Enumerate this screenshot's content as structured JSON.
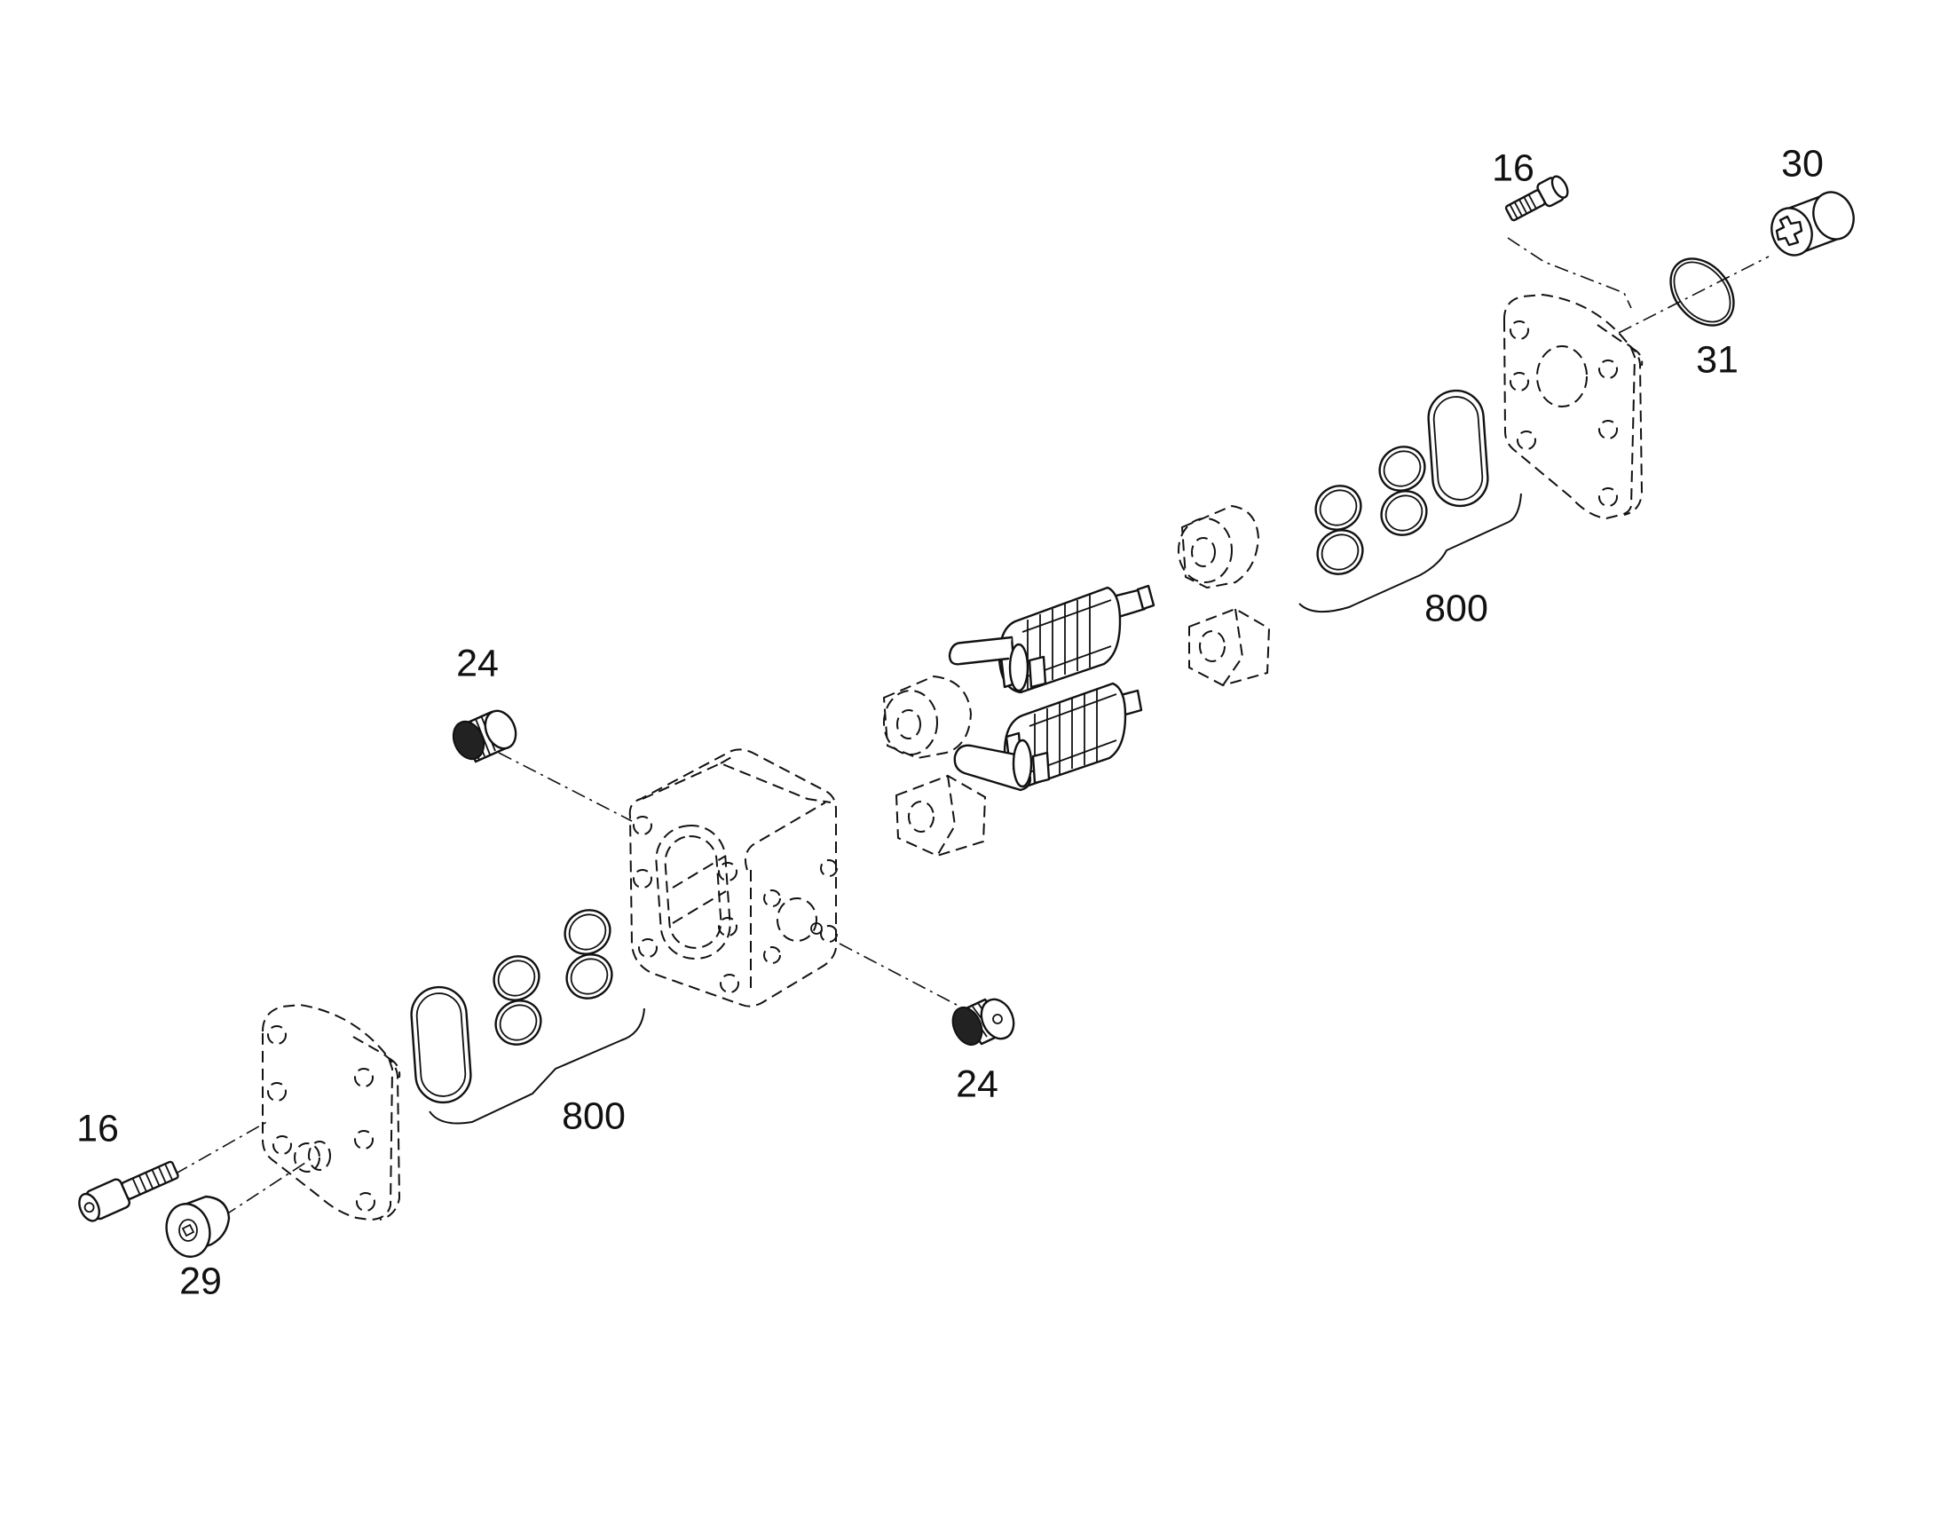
{
  "callouts": {
    "c16_top": "16",
    "c30": "30",
    "c31": "31",
    "c800_right": "800",
    "c24_left": "24",
    "c24_right": "24",
    "c16_left": "16",
    "c800_left": "800",
    "c29": "29"
  }
}
